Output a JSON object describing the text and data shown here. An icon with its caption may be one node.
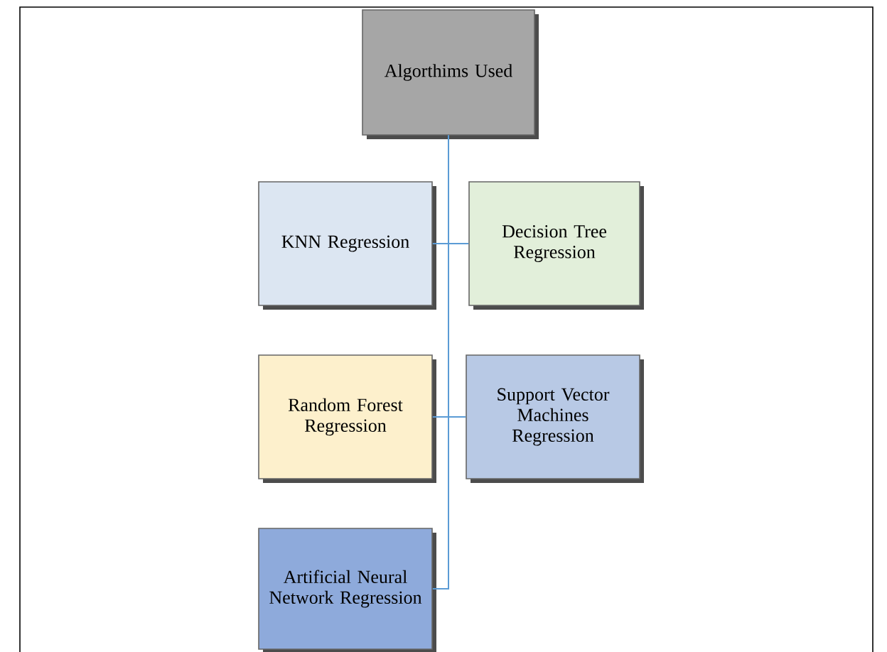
{
  "diagram": {
    "nodes": [
      {
        "text": [
          "Algorthims Used"
        ]
      },
      {
        "text": [
          "KNN Regression"
        ]
      },
      {
        "text": [
          "Decision Tree Regression"
        ]
      },
      {
        "text": [
          "Random Forest Regression"
        ]
      },
      {
        "text": [
          "Support Vector Machines Regression"
        ]
      },
      {
        "text": [
          "Artificial Neural Network Regression"
        ]
      }
    ],
    "edges": [
      {
        "from": 0,
        "to": 1,
        "arrow": "none"
      },
      {
        "from": 0,
        "to": 2,
        "arrow": "none"
      },
      {
        "from": 0,
        "to": 3,
        "arrow": "none"
      },
      {
        "from": 0,
        "to": 4,
        "arrow": "none"
      },
      {
        "from": 0,
        "to": 5,
        "arrow": "none"
      }
    ]
  }
}
